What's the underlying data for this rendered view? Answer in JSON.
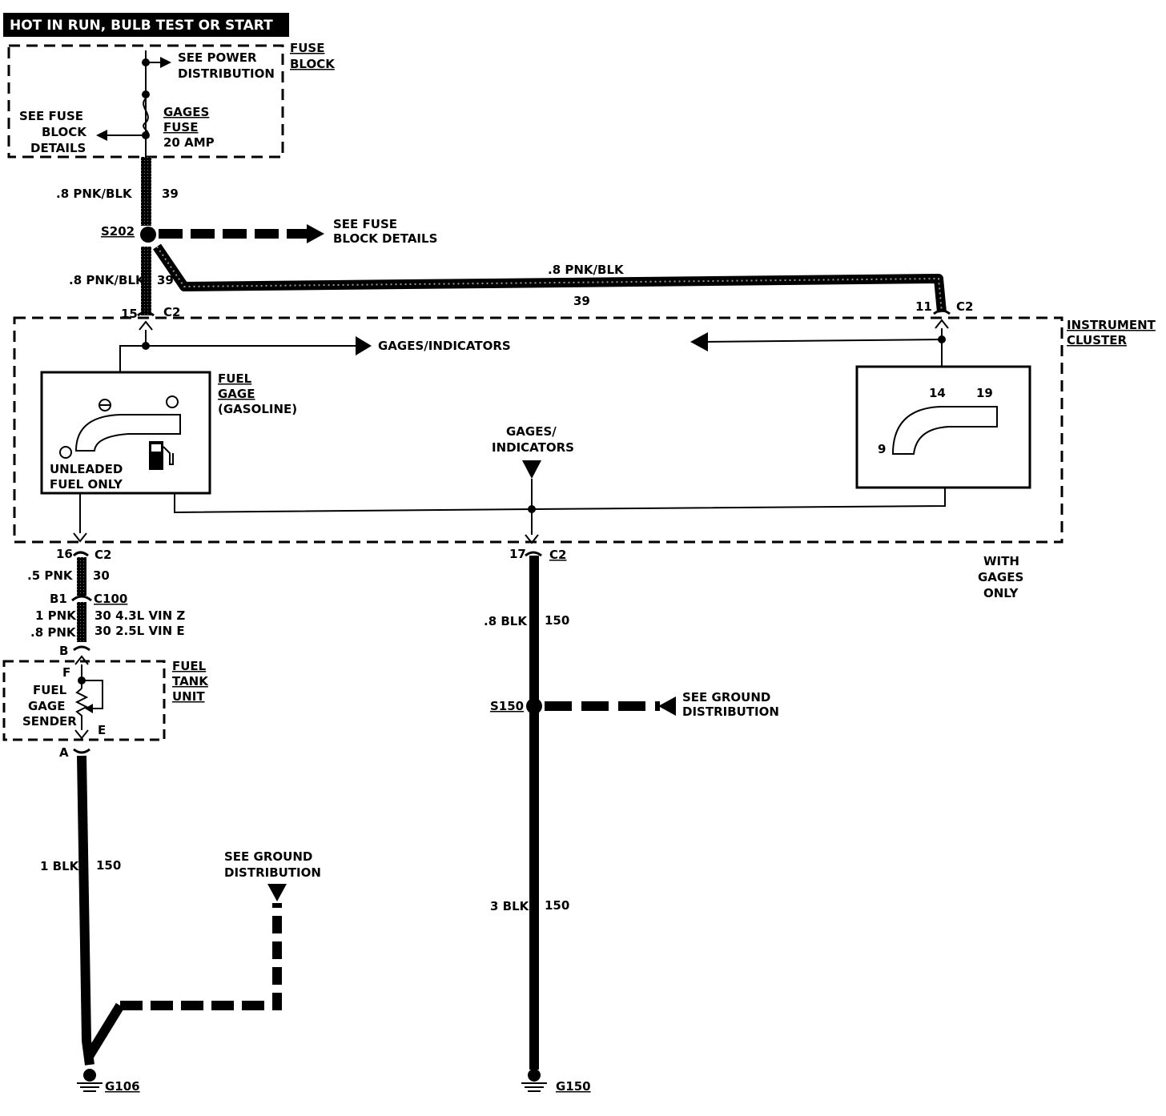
{
  "header": {
    "title": "HOT IN RUN, BULB TEST OR START"
  },
  "fuse_block": {
    "label_line1": "FUSE",
    "label_line2": "BLOCK",
    "power_ref_line1": "SEE POWER",
    "power_ref_line2": "DISTRIBUTION",
    "details_ref_line1": "SEE FUSE",
    "details_ref_line2": "BLOCK",
    "details_ref_line3": "DETAILS",
    "fuse_name_line1": "GAGES",
    "fuse_name_line2": "FUSE",
    "fuse_rating": "20 AMP"
  },
  "wires": {
    "feed_upper_color": ".8 PNK/BLK",
    "feed_upper_circuit": "39",
    "feed_lower_color": ".8 PNK/BLK",
    "feed_lower_circuit": "39",
    "branch_color": ".8 PNK/BLK",
    "branch_circuit": "39",
    "sender_feed_color": ".5 PNK",
    "sender_feed_circuit": "30",
    "c100_color_a": "1 PNK",
    "c100_circuit_a": "30 4.3L VIN Z",
    "c100_color_b": ".8 PNK",
    "c100_circuit_b": "30 2.5L VIN E",
    "ground_mid_color": ".8 BLK",
    "ground_mid_circuit": "150",
    "ground_low_color": "3 BLK",
    "ground_low_circuit": "150",
    "sender_ground_color": "1 BLK",
    "sender_ground_circuit": "150"
  },
  "splices": {
    "s202": "S202",
    "s202_ref_line1": "SEE FUSE",
    "s202_ref_line2": "BLOCK DETAILS",
    "s150": "S150",
    "s150_ref_line1": "SEE  GROUND",
    "s150_ref_line2": "DISTRIBUTION"
  },
  "connectors": {
    "c2_pin15": "15",
    "c2_name_a": "C2",
    "c2_pin11": "11",
    "c2_name_b": "C2",
    "c2_pin16": "16",
    "c2_name_c": "C2",
    "c2_pin17": "17",
    "c2_name_d": "C2",
    "c100_pin": "B1",
    "c100_name": "C100",
    "sender_pin_b": "B",
    "sender_pin_f": "F",
    "sender_pin_e": "E",
    "sender_pin_a": "A"
  },
  "instrument_cluster": {
    "label_line1": "INSTRUMENT",
    "label_line2": "CLUSTER",
    "gages_indicators_right": "GAGES/INDICATORS",
    "ground_ref_line1": "GAGES/",
    "ground_ref_line2": "INDICATORS",
    "fuel_gage_line1": "FUEL",
    "fuel_gage_line2": "GAGE",
    "fuel_gage_line3": "(GASOLINE)",
    "gage_face_line1": "UNLEADED",
    "gage_face_line2": "FUEL ONLY",
    "tach_scale_14": "14",
    "tach_scale_19": "19",
    "tach_scale_9": "9",
    "option_line1": "WITH",
    "option_line2": "GAGES",
    "option_line3": "ONLY"
  },
  "fuel_tank_unit": {
    "label_line1": "FUEL",
    "label_line2": "TANK",
    "label_line3": "UNIT",
    "sender_line1": "FUEL",
    "sender_line2": "GAGE",
    "sender_line3": "SENDER"
  },
  "grounds": {
    "g106": "G106",
    "g150": "G150",
    "ground_ref_line1": "SEE  GROUND",
    "ground_ref_line2": "DISTRIBUTION"
  }
}
